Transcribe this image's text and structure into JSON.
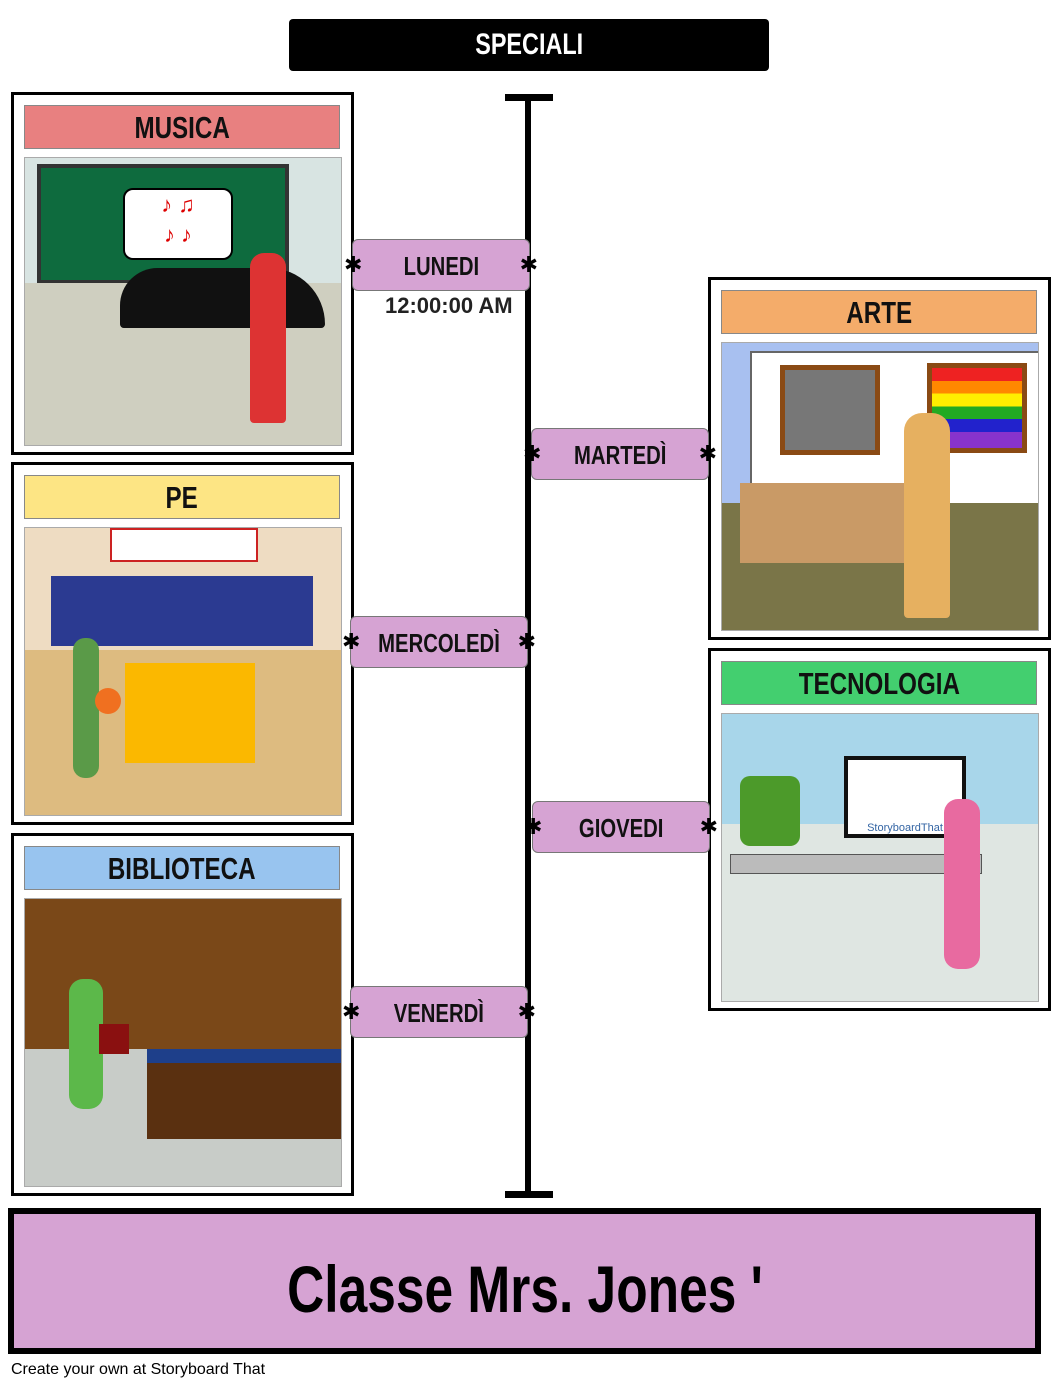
{
  "title": "SPECIALI",
  "subjects": {
    "musica": "MUSICA",
    "pe": "PE",
    "biblioteca": "BIBLIOTECA",
    "arte": "ARTE",
    "tecnologia": "TECNOLOGIA"
  },
  "subject_colors": {
    "musica": "#e88080",
    "pe": "#fde584",
    "biblioteca": "#98c4ef",
    "arte": "#f4ac6a",
    "tecnologia": "#43cf6f"
  },
  "days": [
    "LUNEDI",
    "MARTEDÌ",
    "MERCOLEDÌ",
    "GIOVEDI",
    "VENERDÌ"
  ],
  "hidden_time": "12:00:00 AM",
  "computer_logo": "StoryboardThat",
  "footer_title": "Classe Mrs. Jones '",
  "credit": "Create your own at Storyboard That"
}
